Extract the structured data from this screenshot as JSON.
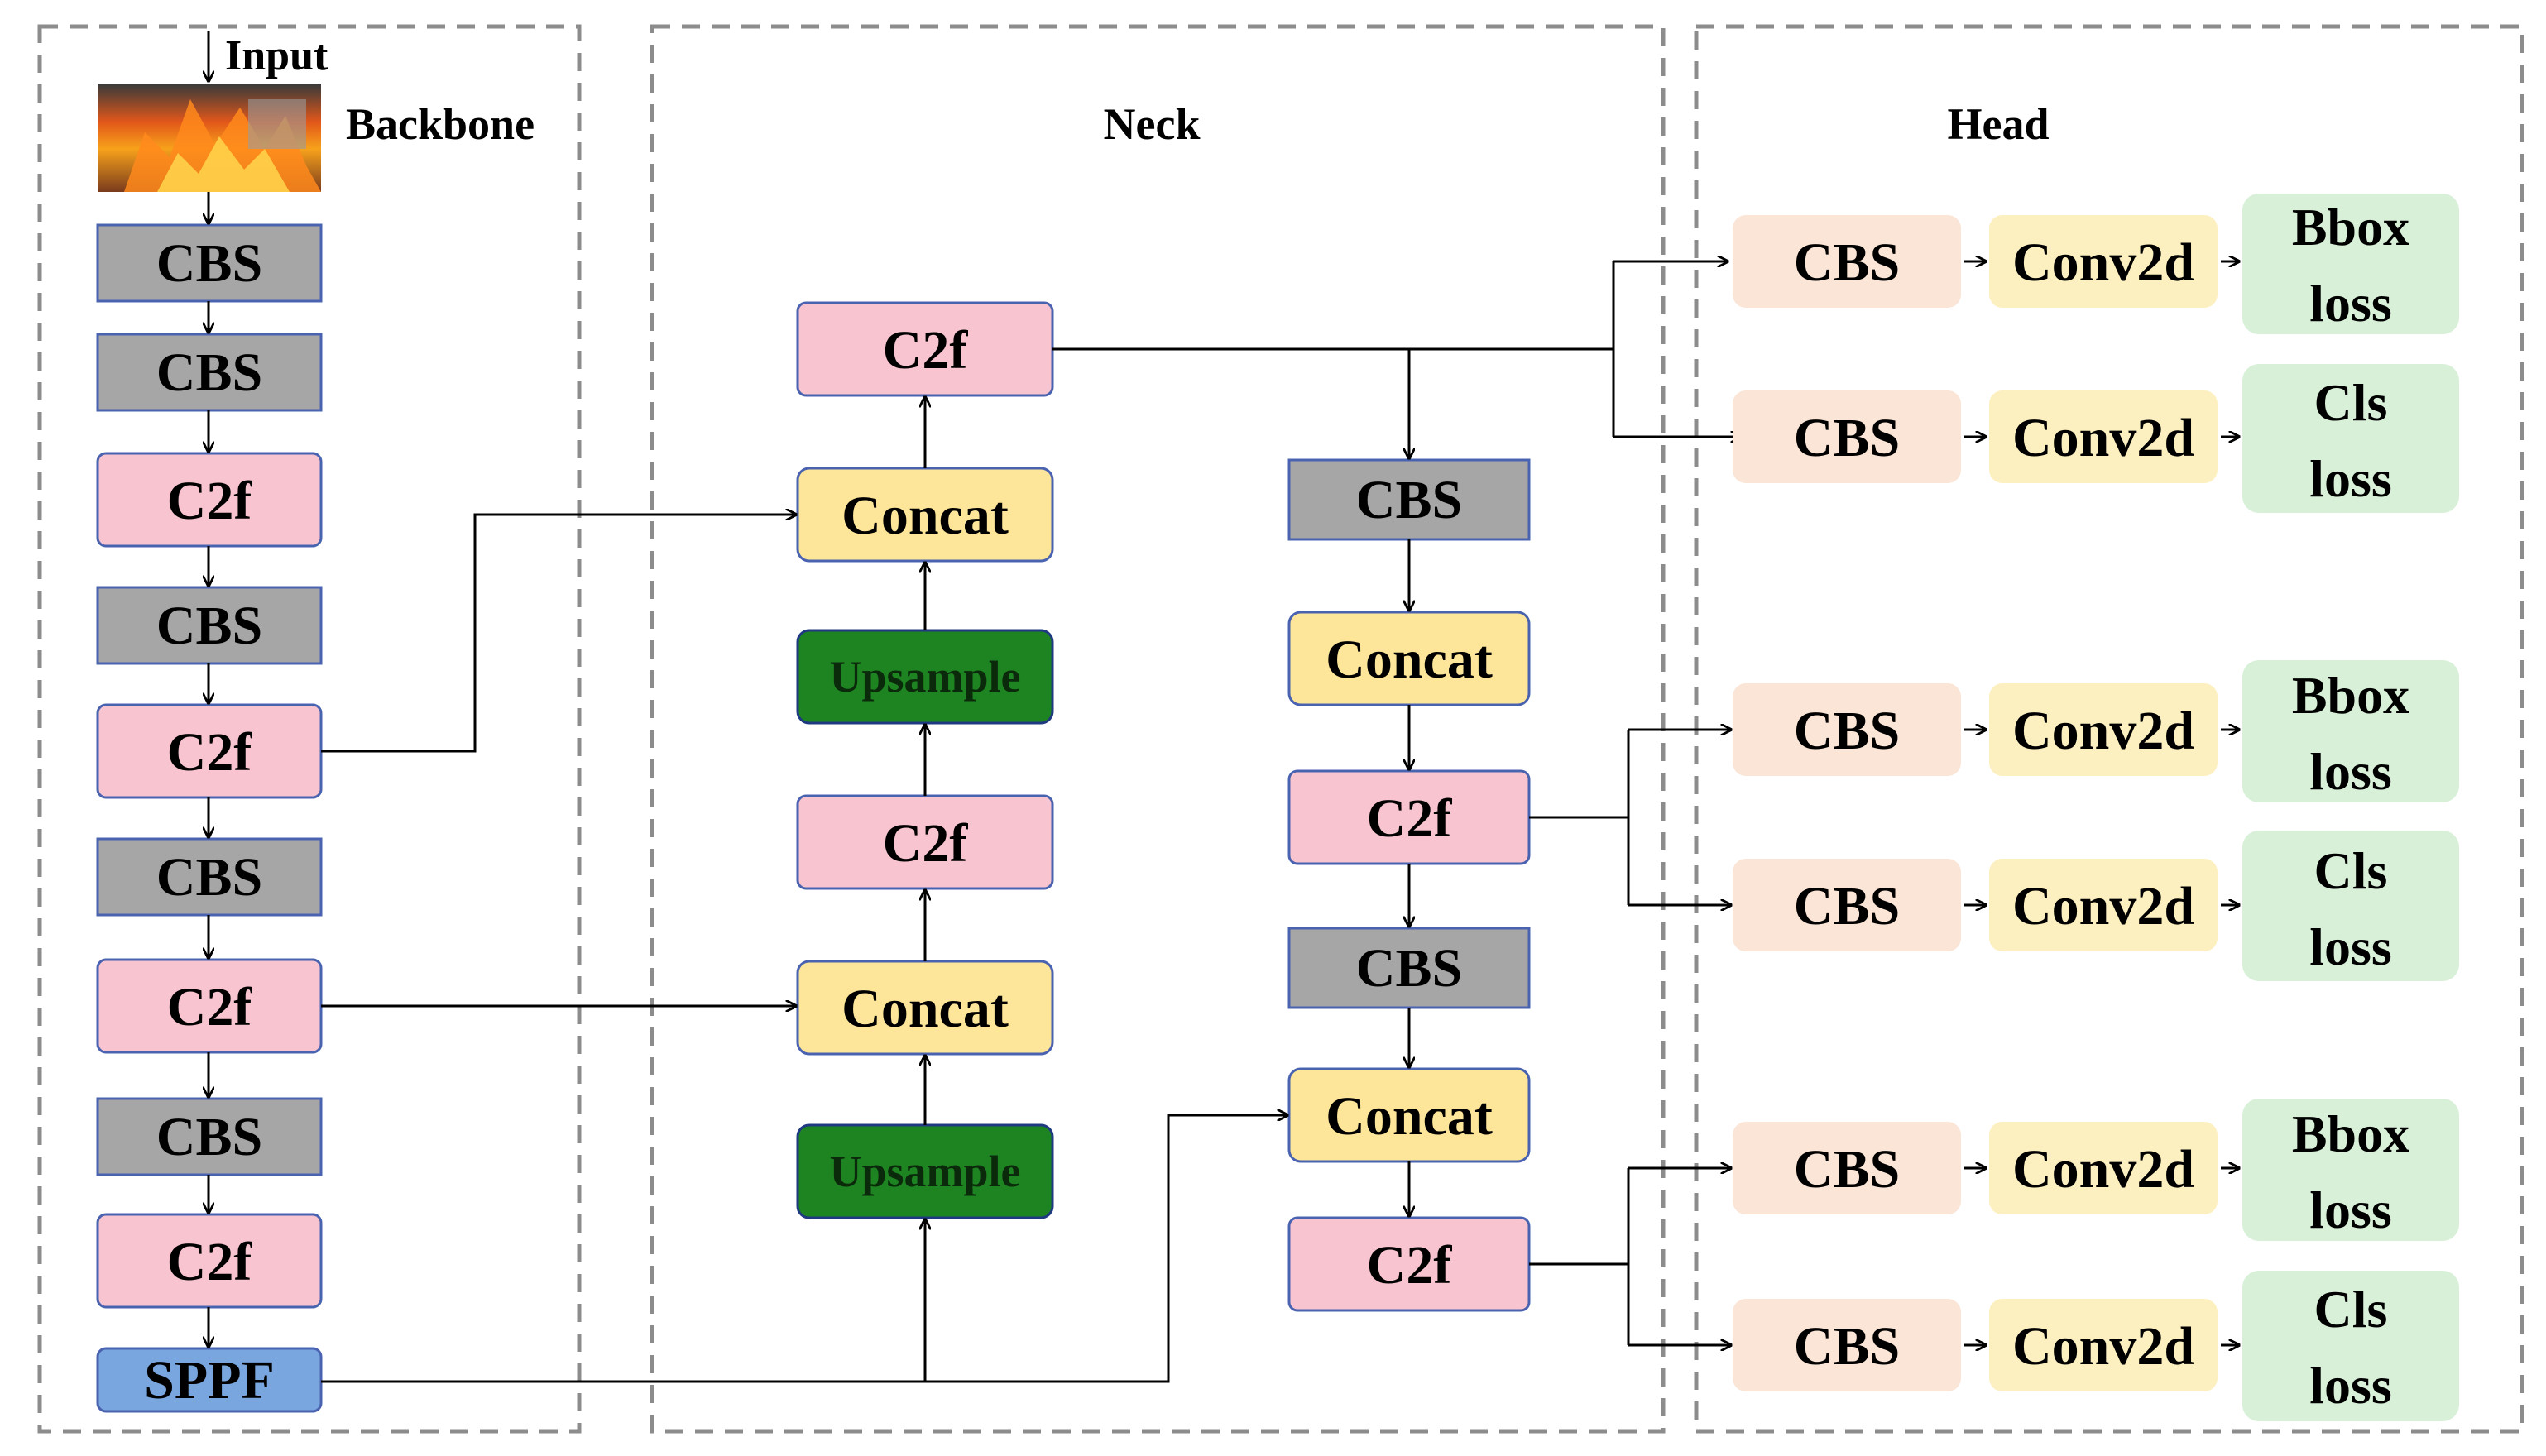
{
  "sections": {
    "backbone": "Backbone",
    "neck": "Neck",
    "head": "Head"
  },
  "input_label": "Input",
  "input_image": "fire-image",
  "backbone": {
    "blocks": [
      "CBS",
      "CBS",
      "C2f",
      "CBS",
      "C2f",
      "CBS",
      "C2f",
      "CBS",
      "C2f",
      "SPPF"
    ]
  },
  "neck": {
    "col1": [
      "C2f",
      "Concat",
      "Upsample",
      "C2f",
      "Concat",
      "Upsample"
    ],
    "col2": [
      "CBS",
      "Concat",
      "C2f",
      "CBS",
      "Concat",
      "C2f"
    ]
  },
  "head": {
    "rows": [
      {
        "cbs": "CBS",
        "conv": "Conv2d",
        "loss": [
          "Bbox",
          "loss"
        ]
      },
      {
        "cbs": "CBS",
        "conv": "Conv2d",
        "loss": [
          "Cls",
          "loss"
        ]
      },
      {
        "cbs": "CBS",
        "conv": "Conv2d",
        "loss": [
          "Bbox",
          "loss"
        ]
      },
      {
        "cbs": "CBS",
        "conv": "Conv2d",
        "loss": [
          "Cls",
          "loss"
        ]
      },
      {
        "cbs": "CBS",
        "conv": "Conv2d",
        "loss": [
          "Bbox",
          "loss"
        ]
      },
      {
        "cbs": "CBS",
        "conv": "Conv2d",
        "loss": [
          "Cls",
          "loss"
        ]
      }
    ]
  },
  "colors": {
    "cbs": "#a6a6a6",
    "c2f": "#f7c4cf",
    "concat": "#fde69a",
    "upsample": "#1e8422",
    "sppf": "#7aa6df",
    "head_cbs": "#fbe5d6",
    "head_conv": "#fdf0c0",
    "head_loss": "#d9f0d8",
    "border": "#4a63b0",
    "line": "#000000",
    "dash": "#8c8c8c"
  }
}
